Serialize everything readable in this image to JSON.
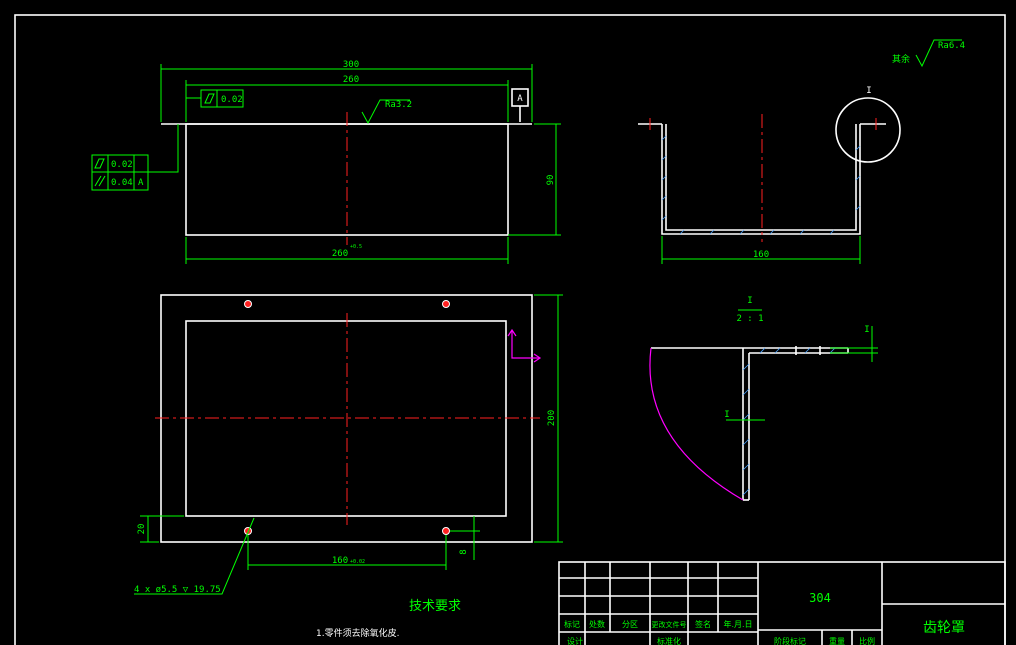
{
  "dimensions": {
    "width_300": "300",
    "width_260": "260",
    "width_260_tol": "260",
    "tol_sup_1": "+0.5",
    "height_90": "90",
    "width_160": "160",
    "height_200": "200",
    "spacing_160": "160",
    "tol_sup_2": "+0.02",
    "edge_20": "20",
    "edge_8": "8",
    "holes": "4 x ø5.5 ▽ 19.75"
  },
  "tolerances": {
    "flatness_top": "0.02",
    "flatness_left": "0.02",
    "parallel_left": "0.04",
    "datum_left": "A",
    "datum_top": "A"
  },
  "surface": {
    "ra_top": "Ra3.2",
    "ra_corner": "Ra6.4",
    "rest_label": "其余"
  },
  "detail": {
    "callout": "I",
    "title": "I",
    "scale": "2 : 1",
    "mark_a": "I",
    "mark_b": "I"
  },
  "tech_requirements": {
    "title": "技术要求",
    "item_1": "1.零件须去除氧化皮."
  },
  "title_block": {
    "row_labels": [
      "标记",
      "处数",
      "分区",
      "更改文件号",
      "签名",
      "年.月.日"
    ],
    "design_label": "设计",
    "std_label": "标准化",
    "stage_label": "阶段标记",
    "weight_label": "重量",
    "ratio_label": "比例",
    "material": "304",
    "part_name": "齿轮罩"
  }
}
